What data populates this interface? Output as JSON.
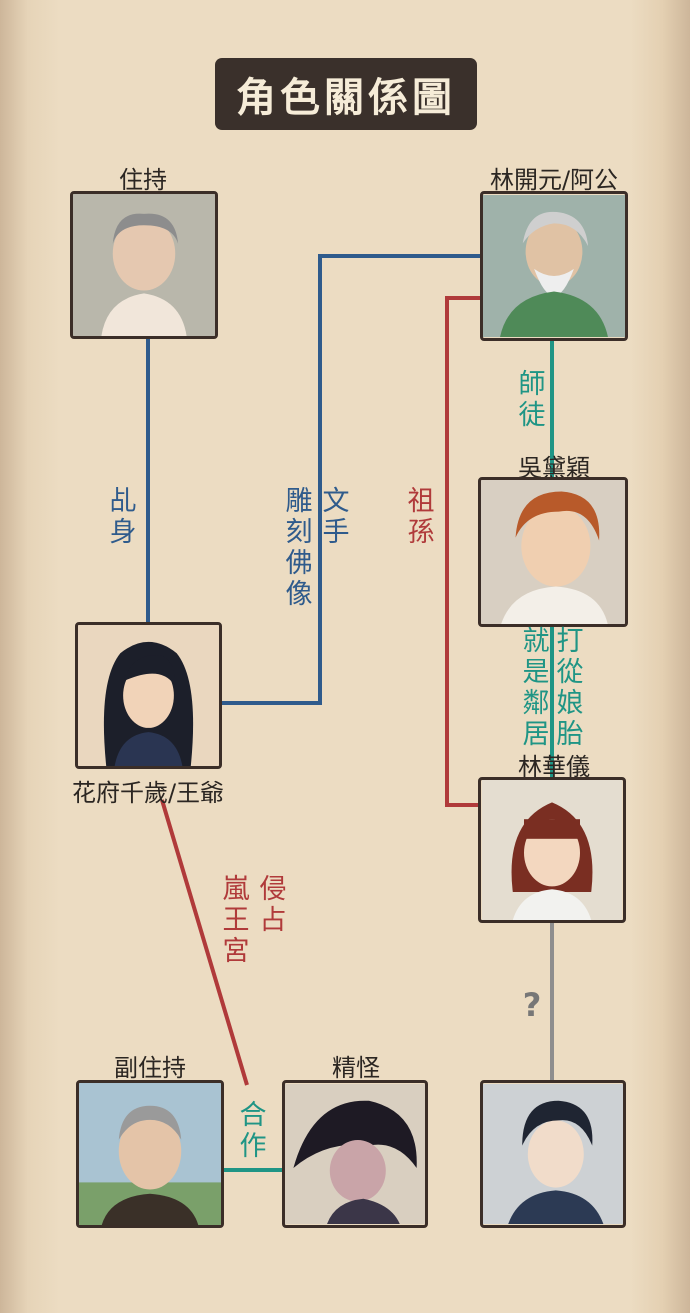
{
  "title": "角色關係圖",
  "characters": {
    "abbot": "住持",
    "lin_kaiyuan": "林開元/阿公",
    "wu_daiying": "吳黛穎",
    "hua_fu": "花府千歲/王爺",
    "lin_huayi": "林華儀",
    "vice_abbot": "副住持",
    "spirit": "精怪",
    "unknown": ""
  },
  "relations": {
    "luanshen": "乩\n身",
    "wenshou": "文\n手",
    "diaoke": "雕\n刻\n佛\n像",
    "zusun": "祖\n孫",
    "shitu": "師\n徒",
    "dacong": "打\n從\n娘\n胎",
    "jiushi": "就\n是\n鄰\n居",
    "qinzhan": "侵\n占",
    "lanwang": "嵐\n王\n宮",
    "hezuo": "合\n作",
    "question": "?"
  },
  "colors": {
    "blue": "#2f5b8c",
    "red": "#b03a3a",
    "teal": "#1f9585",
    "grey": "#8e8e8e",
    "title_bg": "#3a302b",
    "frame": "#3b2e28"
  }
}
